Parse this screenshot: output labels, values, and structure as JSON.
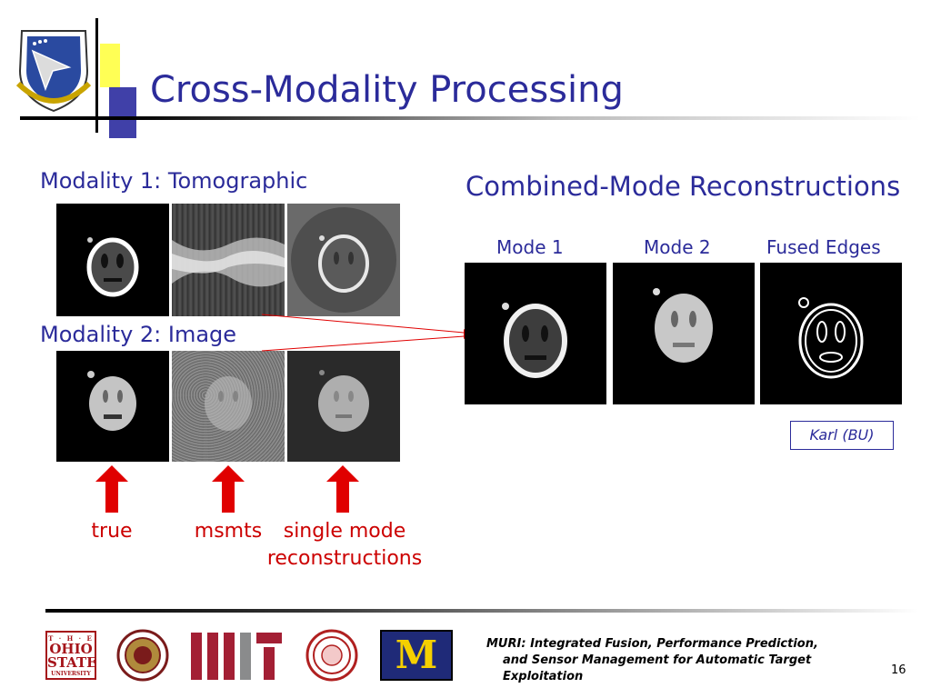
{
  "slide": {
    "title": "Cross-Modality Processing",
    "page_number": "16"
  },
  "left": {
    "modality1": "Modality 1: Tomographic",
    "modality2": "Modality 2: Image",
    "captions": {
      "true": "true",
      "msmts": "msmts",
      "single_line1": "single mode",
      "single_line2": "reconstructions"
    }
  },
  "right": {
    "heading": "Combined-Mode Reconstructions",
    "mode1": "Mode 1",
    "mode2": "Mode 2",
    "fused": "Fused Edges",
    "credit": "Karl (BU)"
  },
  "footer": {
    "line1": "MURI: Integrated Fusion, Performance Prediction,",
    "line2": "and Sensor Management for Automatic Target",
    "line3": "Exploitation",
    "logos": {
      "ohio_top": "T · H · E",
      "ohio_mid1": "OHIO",
      "ohio_mid2": "STATE",
      "ohio_bottom": "UNIVERSITY",
      "mit": "MIT",
      "michigan": "M"
    }
  },
  "colors": {
    "title_blue": "#2b2b9a",
    "caption_red": "#cc0000",
    "accent_yellow": "#f2e600"
  }
}
